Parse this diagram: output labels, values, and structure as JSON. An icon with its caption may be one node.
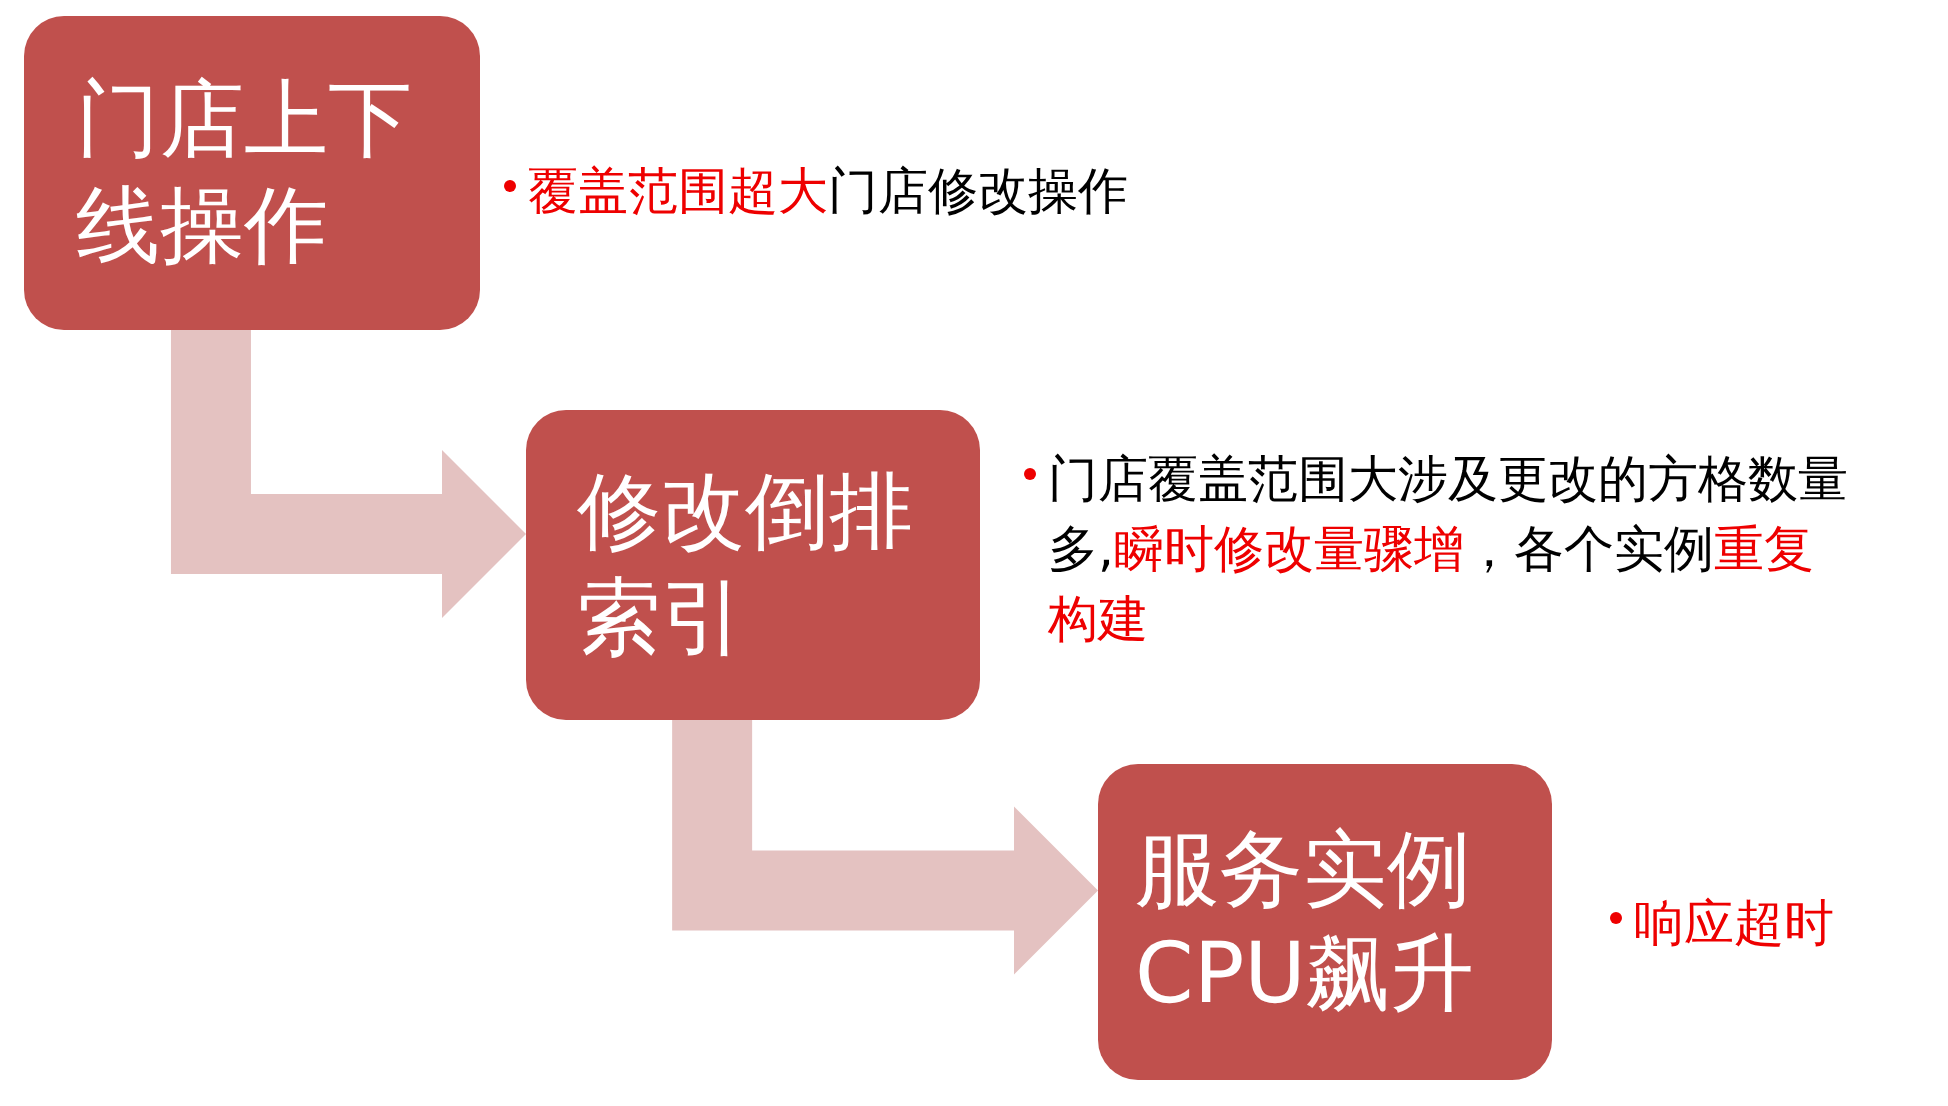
{
  "diagram": {
    "nodes": [
      {
        "text": [
          "门店上下线操作"
        ],
        "beside": [
          "**覆盖范围超大**门店修改操作"
        ]
      },
      {
        "text": [
          "修改倒排索引"
        ],
        "beside": [
          "门店覆盖范围大涉及更改的方格数量多,**瞬时修改量骤增**，各个实例**重复构建**"
        ]
      },
      {
        "text": [
          "服务实例CPU飙升"
        ],
        "beside": [
          "**响应超时**"
        ]
      }
    ],
    "edges": [
      {
        "from": 0,
        "to": 1,
        "arrow": "to"
      },
      {
        "from": 1,
        "to": 2,
        "arrow": "to"
      }
    ]
  }
}
